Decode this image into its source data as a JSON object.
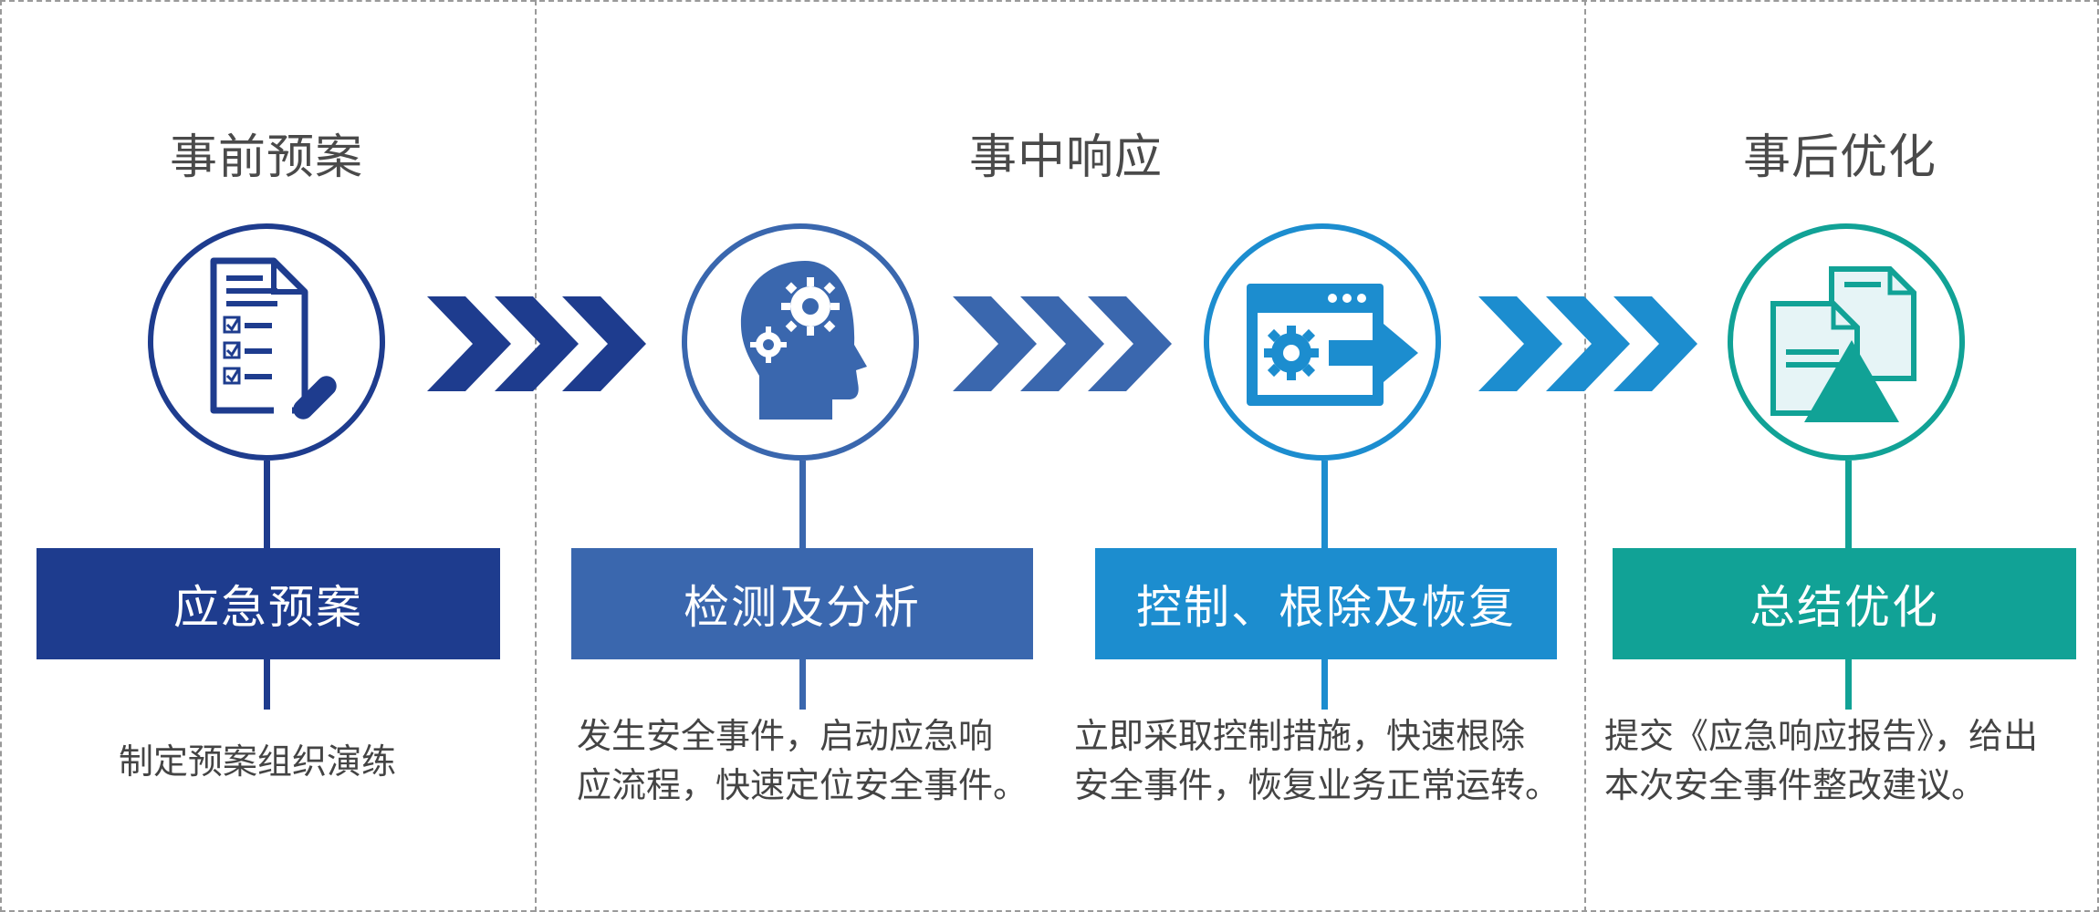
{
  "phases": {
    "before": "事前预案",
    "during": "事中响应",
    "after": "事后优化"
  },
  "steps": [
    {
      "title": "应急预案",
      "color": "#1e3c8e",
      "icon": "checklist-document-icon",
      "desc_lines": [
        "制定预案组织演练"
      ]
    },
    {
      "title": "检测及分析",
      "color": "#3a67ae",
      "icon": "head-gears-icon",
      "desc_lines": [
        "发生安全事件，启动应急响",
        "应流程，快速定位安全事件。"
      ]
    },
    {
      "title": "控制、根除及恢复",
      "color": "#1c8dcf",
      "icon": "window-gear-arrow-icon",
      "desc_lines": [
        "立即采取控制措施，快速根除",
        "安全事件，恢复业务正常运转。"
      ]
    },
    {
      "title": "总结优化",
      "color": "#11a296",
      "icon": "report-documents-icon",
      "desc_lines": [
        "提交《应急响应报告》，给出",
        "本次安全事件整改建议。"
      ]
    }
  ]
}
